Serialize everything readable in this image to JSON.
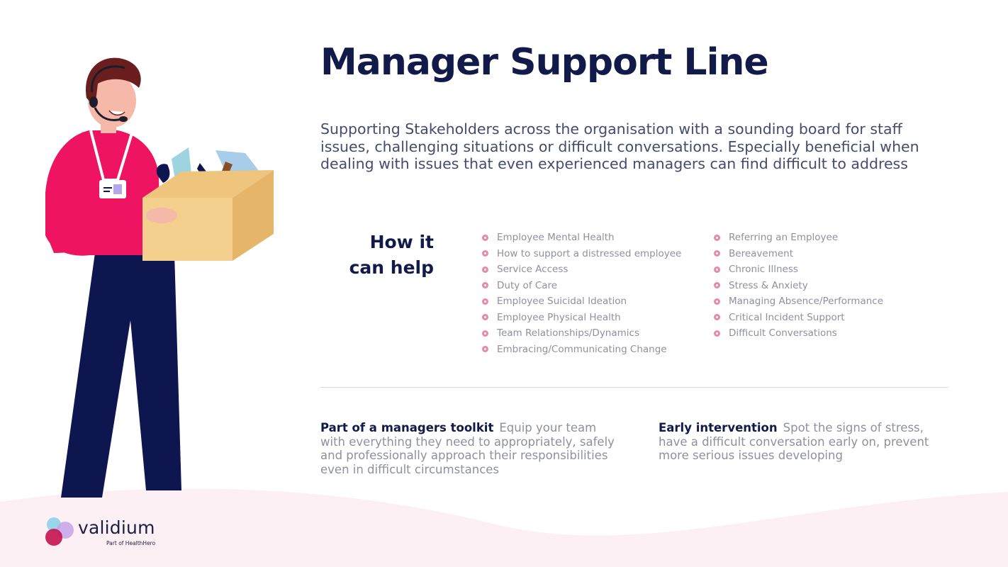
{
  "title": "Manager Support Line",
  "intro": "Supporting Stakeholders across the organisation with a sounding board for staff issues, challenging situations or difficult conversations. Especially beneficial when dealing with issues that even experienced managers can find difficult to address",
  "help": {
    "heading_line1": "How it",
    "heading_line2": "can help",
    "left_items": [
      "Employee Mental Health",
      "How to support a distressed employee",
      "Service Access",
      "Duty of Care",
      "Employee Suicidal Ideation",
      "Employee Physical Health",
      "Team Relationships/Dynamics",
      "Embracing/Communicating Change"
    ],
    "right_items": [
      "Referring an Employee",
      "Bereavement",
      "Chronic Illness",
      "Stress & Anxiety",
      "Managing Absence/Performance",
      "Critical Incident Support",
      "Difficult Conversations"
    ]
  },
  "benefits": [
    {
      "title": "Part of a managers toolkit",
      "text": "Equip your team with everything they need to appropriately, safely and professionally approach their responsibilities even in difficult circumstances"
    },
    {
      "title": "Early intervention",
      "text": "Spot the signs of stress, have a difficult conversation early on, prevent more serious issues developing"
    }
  ],
  "logo": {
    "name": "validium",
    "tagline": "Part of HealthHero"
  },
  "colors": {
    "navy": "#121a4a",
    "bullet_pink": "#e88aa7",
    "shirt_pink": "#ee1462",
    "wave_pink": "#fdf0f4"
  }
}
